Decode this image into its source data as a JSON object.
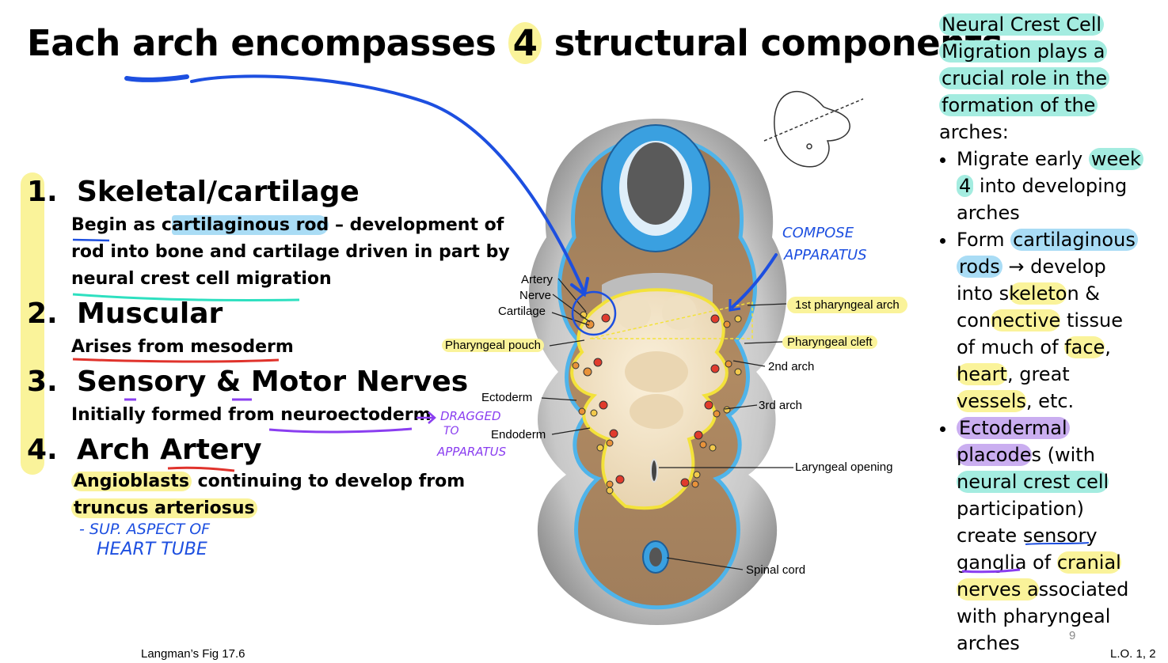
{
  "title": {
    "t1": "Each ",
    "t2": "arch",
    "t3": " encompasses ",
    "t4": "4",
    "t5": " structural components."
  },
  "items": [
    {
      "num": "1.",
      "title": "Skeletal/cartilage",
      "desc": {
        "a": "Begin",
        "b": " as c",
        "c": "artilaginous rod",
        "d": " – development of",
        "e": "rod into bone and cartilage driven in part by",
        "f": "neural crest cell migration"
      }
    },
    {
      "num": "2.",
      "title": "Muscular",
      "desc": {
        "a": "Arises from mesoderm"
      }
    },
    {
      "num": "3.",
      "title": "Sensory & Motor Nerves",
      "desc": {
        "a": "Initially formed from ",
        "b": "neuroectoderm"
      }
    },
    {
      "num": "4.",
      "title": "Arch Artery",
      "desc": {
        "a": "Angioblasts",
        "b": " continuing to develop from",
        "c": "truncus arteriosus"
      }
    }
  ],
  "sidebar": {
    "intro": [
      "Neural Crest Cell",
      "Migration plays a",
      "crucial role in the",
      "formation of the",
      "arches:"
    ],
    "b1": {
      "a": "Migrate early ",
      "b": "week",
      "c": "4",
      "d": " into developing",
      "e": "arches"
    },
    "b2": {
      "a": "Form ",
      "b": "cartilaginous",
      "c": "rods",
      "d": " → develop",
      "e": "into s",
      "f": "keleto",
      "g": "n &",
      "h": "con",
      "i": "nective",
      "j": " tissue",
      "k": "of much of ",
      "l": "face",
      "m": ",",
      "n": "heart",
      "o": ", great",
      "p": "vessels",
      "q": ", etc."
    },
    "b3": {
      "a": "Ectodermal",
      "b": "placode",
      "c": "s (with",
      "d": "neural crest cell",
      "e": "participation)",
      "f": "create sensory",
      "g": "ganglia of ",
      "h": "cranial",
      "i": "nerves a",
      "j": "ssociated",
      "k": "with pharyngeal",
      "l": "arches"
    }
  },
  "handwriting": {
    "compose": "COMPOSE",
    "apparatus": "APPARATUS",
    "dragged": "DRAGGED",
    "to": "TO",
    "apparatus2": "APPARATUS",
    "sup": "- SUP. ASPECT OF",
    "heart": "HEART TUBE"
  },
  "figure_labels": {
    "artery": "Artery",
    "nerve": "Nerve",
    "cartilage": "Cartilage",
    "pouch": "Pharyngeal pouch",
    "ectoderm": "Ectoderm",
    "endoderm": "Endoderm",
    "arch1": "1st pharyngeal arch",
    "cleft": "Pharyngeal cleft",
    "arch2": "2nd arch",
    "arch3": "3rd arch",
    "laryngeal": "Laryngeal opening",
    "spinal": "Spinal cord"
  },
  "footer": {
    "source": "Langman’s Fig 17.6",
    "page": "9",
    "lo": "L.O. 1, 2"
  },
  "colors": {
    "yellow_highlight": "#faf39a",
    "blue_highlight": "#a9dcf5",
    "teal_highlight": "#a4ece0",
    "purple_highlight": "#caaef0",
    "ink_blue": "#1d4fe0",
    "ink_purple": "#8a3ef0",
    "ink_red": "#e0332c"
  }
}
